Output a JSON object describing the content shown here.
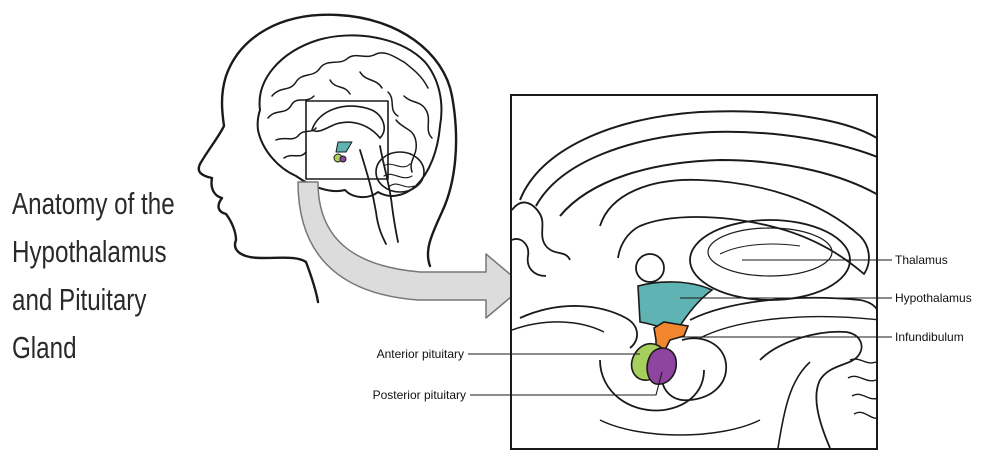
{
  "title_lines": [
    "Anatomy of the",
    "Hypothalamus",
    "and Pituitary",
    "Gland"
  ],
  "labels": {
    "thalamus": "Thalamus",
    "hypothalamus": "Hypothalamus",
    "infundibulum": "Infundibulum",
    "anterior_pituitary": "Anterior pituitary",
    "posterior_pituitary": "Posterior pituitary"
  },
  "colors": {
    "hypothalamus": "#5fb3b3",
    "infundibulum": "#f2862e",
    "anterior_pituitary": "#a6cf5e",
    "posterior_pituitary": "#8e45a0",
    "arrow_fill": "#dcdcdc",
    "outline": "#1a1a1a"
  }
}
